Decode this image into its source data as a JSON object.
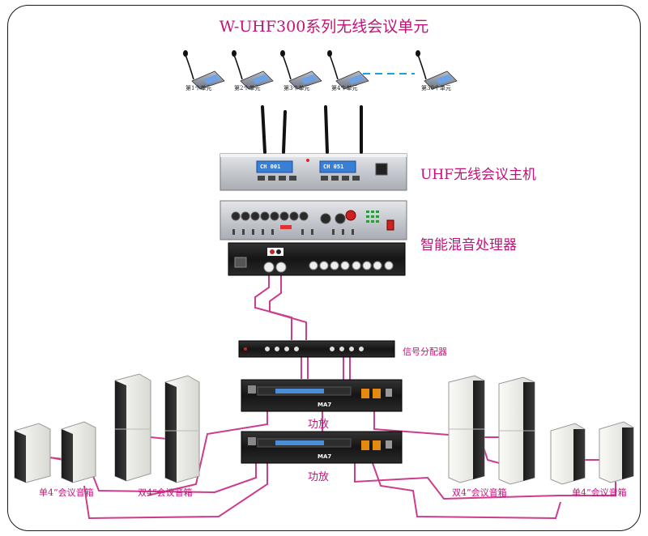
{
  "title": "W-UHF300系列无线会议单元",
  "units": [
    {
      "label": "第1个单元"
    },
    {
      "label": "第2个单元"
    },
    {
      "label": "第3个单元"
    },
    {
      "label": "第4个单元"
    },
    {
      "label": "第30个单元"
    }
  ],
  "devices": {
    "host_label": "UHF无线会议主机",
    "host_display_1": "CH 001",
    "host_display_2": "CH 051",
    "mixer_label": "智能混音处理器",
    "splitter_label": "信号分配器",
    "amp_label_1": "功放",
    "amp_label_2": "功放",
    "amp_brand": "MA7"
  },
  "speakers": {
    "left_single": "单4”会议音箱",
    "left_double": "双4”会议音箱",
    "right_double": "双4”会议音箱",
    "right_single": "单4”会议音箱"
  },
  "colors": {
    "label": "#c2127a",
    "cable": "#cc3d8c",
    "wireless_link": "#1aa3d6",
    "rack_silver": "#c9ccd2",
    "rack_black": "#1b1b1b",
    "display_blue": "#3a7fd6",
    "speaker_white": "#f2f2ee"
  }
}
